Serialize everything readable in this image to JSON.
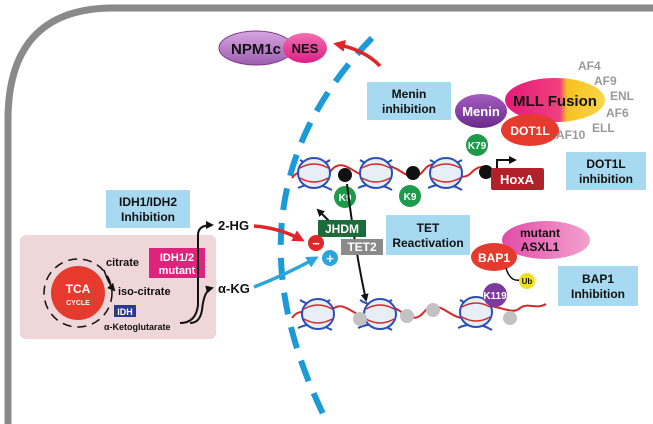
{
  "npm1c": "NPM1c",
  "nes": "NES",
  "menin_inhibition": [
    "Menin",
    "inhibition"
  ],
  "menin": "Menin",
  "mll_fusion": "MLL Fusion",
  "dot1l": "DOT1L",
  "partners": [
    "AF4",
    "AF9",
    "ENL",
    "AF6",
    "ELL",
    "AF10"
  ],
  "k79": "K79",
  "k9a": "K9",
  "k9b": "K9",
  "hoxa": "HoxA",
  "dot1l_inhibition": [
    "DOT1L",
    "inhibition"
  ],
  "idh_inhibition": [
    "IDH1/IDH2",
    "Inhibition"
  ],
  "two_hg": "2-HG",
  "akg": "α-KG",
  "jhdm": "JHDM",
  "tet2": "TET2",
  "tet_reactivation": [
    "TET",
    "Reactivation"
  ],
  "minus": "−",
  "plus": "+",
  "idh_mutant": [
    "IDH1/2",
    "mutant"
  ],
  "citrate": "citrate",
  "tca": [
    "TCA",
    "CYCLE"
  ],
  "isocitrate": "iso-citrate",
  "idh": "IDH",
  "aketo": "α-Ketoglutarate",
  "bap1": "BAP1",
  "mutant_asxl1": [
    "mutant",
    "ASXL1"
  ],
  "ub": "Ub",
  "k119": "K119",
  "bap1_inhibition": [
    "BAP1",
    "Inhibition"
  ],
  "colors": {
    "cell_border": "#8a8a8a",
    "nucleus_dash": "#1a9ad6",
    "red_arrow": "#e0262b",
    "blue_arrow": "#2aa6db",
    "box_blue": "#a7d9f0",
    "green": "#1d9a4a",
    "dark_red": "#b1212a",
    "purple": "#7b3a9c",
    "magenta": "#e0227f"
  }
}
